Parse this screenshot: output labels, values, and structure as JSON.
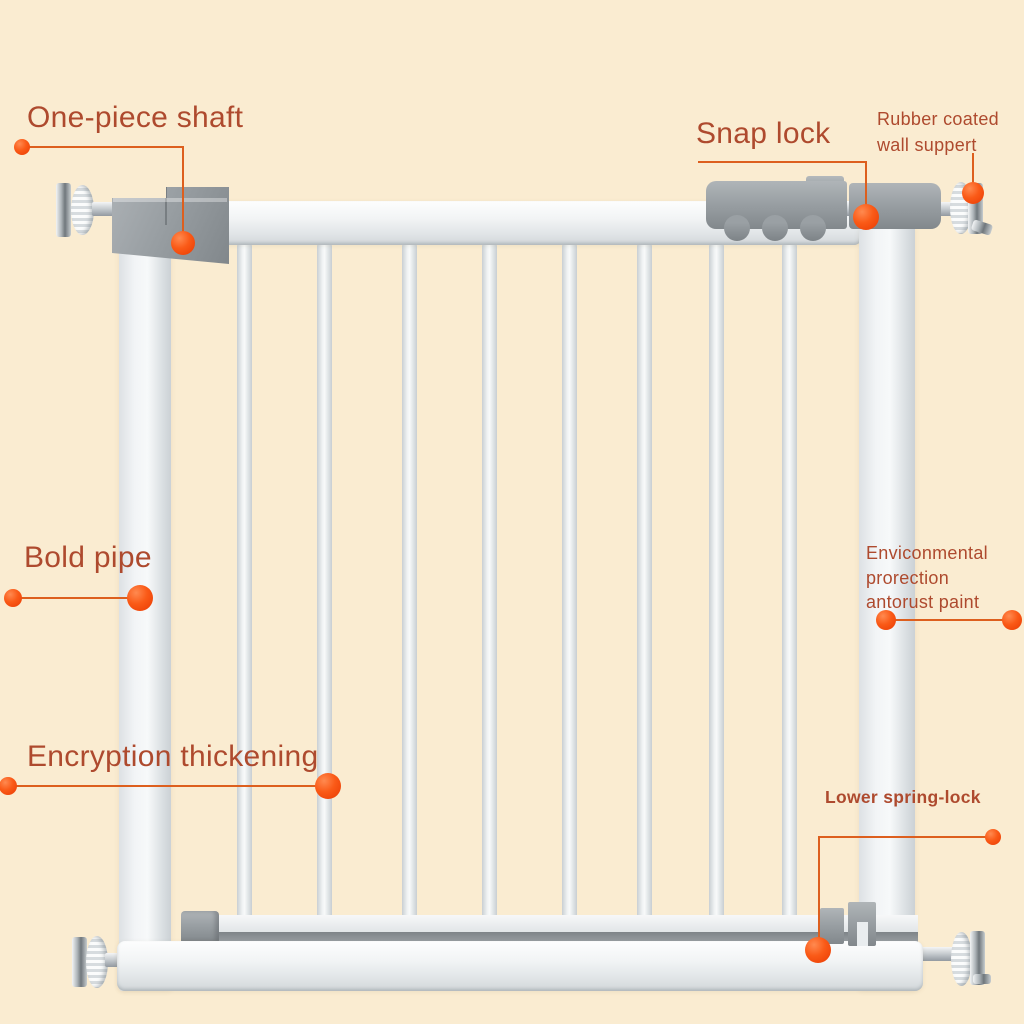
{
  "colors": {
    "background": "#FAECD1",
    "label_text": "#AE4A2E",
    "leader_line": "#DD5F1E",
    "callout_dot": "#F8500F",
    "metal_white": "#F2F4F5",
    "plastic_gray": "#969CA0"
  },
  "callouts": {
    "one_piece_shaft": {
      "label": "One-piece shaft"
    },
    "snap_lock": {
      "label": "Snap lock"
    },
    "rubber_coated_wall_support": {
      "line1": "Rubber coated",
      "line2": "wall suppert"
    },
    "bold_pipe": {
      "label": "Bold pipe"
    },
    "environmental_paint": {
      "line1": "Enviconmental",
      "line2": "prorection",
      "line3": "antorust paint"
    },
    "encryption_thickening": {
      "label": "Encryption thickening"
    },
    "lower_spring_lock": {
      "label": "Lower spring-lock"
    }
  }
}
